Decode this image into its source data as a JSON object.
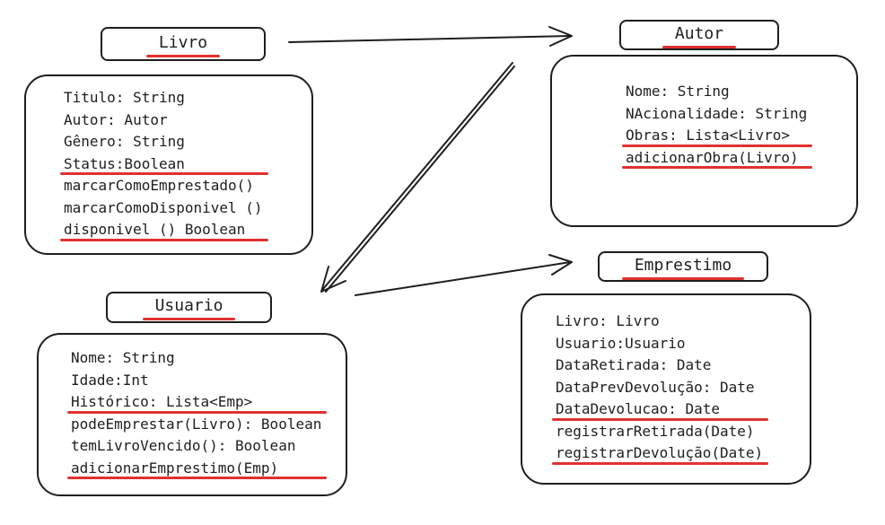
{
  "accent_color": "#e03131",
  "stroke_color": "#1e1e1e",
  "classes": {
    "livro": {
      "title": "Livro",
      "members": [
        {
          "text": "Titulo: String",
          "underlined": false
        },
        {
          "text": "Autor: Autor",
          "underlined": false
        },
        {
          "text": "Gênero: String",
          "underlined": false
        },
        {
          "text": "Status:Boolean",
          "underlined": true
        },
        {
          "text": "marcarComoEmprestado()",
          "underlined": false
        },
        {
          "text": "marcarComoDisponivel ()",
          "underlined": false
        },
        {
          "text": "disponivel () Boolean",
          "underlined": true
        }
      ]
    },
    "autor": {
      "title": "Autor",
      "members": [
        {
          "text": "Nome: String",
          "underlined": false
        },
        {
          "text": "NAcionalidade: String",
          "underlined": false
        },
        {
          "text": "Obras: Lista<Livro>",
          "underlined": true
        },
        {
          "text": "adicionarObra(Livro)",
          "underlined": true
        }
      ]
    },
    "usuario": {
      "title": "Usuario",
      "members": [
        {
          "text": "Nome: String",
          "underlined": false
        },
        {
          "text": "Idade:Int",
          "underlined": false
        },
        {
          "text": "Histórico: Lista<Emp>",
          "underlined": true
        },
        {
          "text": "podeEmprestar(Livro): Boolean",
          "underlined": false
        },
        {
          "text": "temLivroVencido(): Boolean",
          "underlined": false
        },
        {
          "text": "adicionarEmprestimo(Emp)",
          "underlined": true
        }
      ]
    },
    "emprestimo": {
      "title": "Emprestimo",
      "members": [
        {
          "text": "Livro: Livro",
          "underlined": false
        },
        {
          "text": "Usuario:Usuario",
          "underlined": false
        },
        {
          "text": "DataRetirada: Date",
          "underlined": false
        },
        {
          "text": "DataPrevDevolução: Date",
          "underlined": false
        },
        {
          "text": "DataDevolucao: Date",
          "underlined": true
        },
        {
          "text": "registrarRetirada(Date)",
          "underlined": false
        },
        {
          "text": "registrarDevolução(Date)",
          "underlined": true
        }
      ]
    }
  }
}
